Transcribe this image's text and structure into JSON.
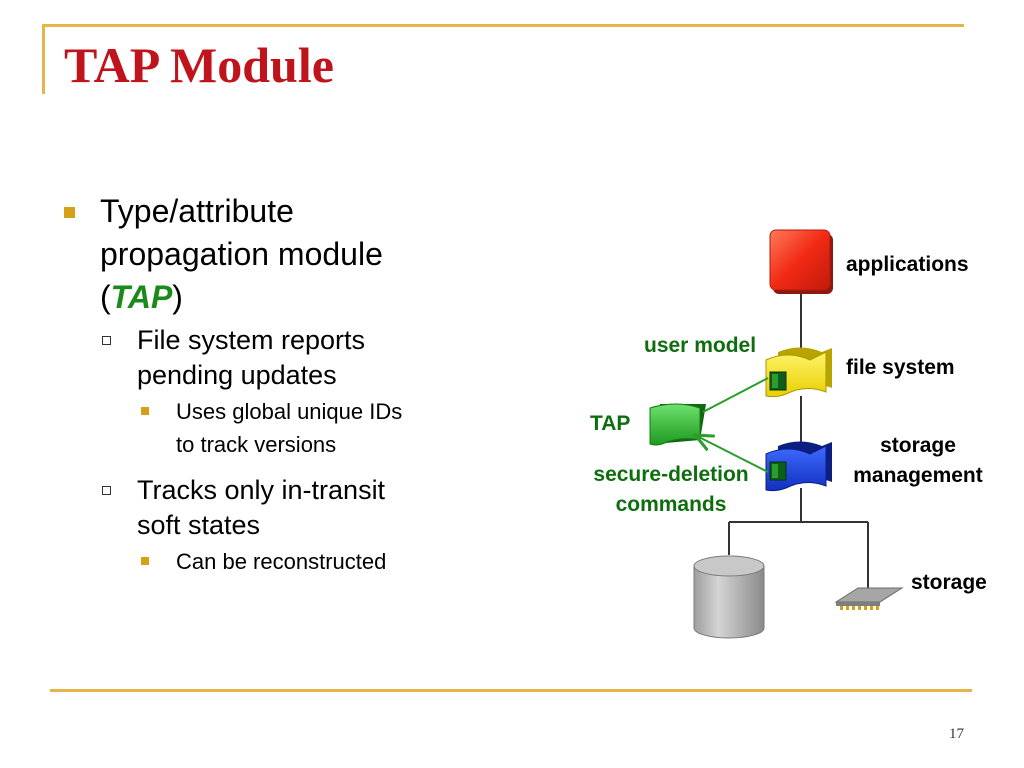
{
  "slide": {
    "title": "TAP Module",
    "page_number": "17"
  },
  "bullets": {
    "b1": {
      "line1": "Type/attribute",
      "line2": "propagation module",
      "open_paren": "(",
      "tap": "TAP",
      "close_paren": ")"
    },
    "b1a": {
      "line1": "File system reports",
      "line2": "pending updates"
    },
    "b1a_i": {
      "line1": "Uses global unique IDs",
      "line2": "to track versions"
    },
    "b1b": {
      "line1": "Tracks only in-transit",
      "line2": "soft states"
    },
    "b1b_i": {
      "line1": "Can be reconstructed"
    }
  },
  "diagram": {
    "labels": {
      "applications": "applications",
      "file_system": "file system",
      "storage_management_line1": "storage",
      "storage_management_line2": "management",
      "storage": "storage",
      "user_model": "user model",
      "tap": "TAP",
      "secure_deletion_line1": "secure-deletion",
      "secure_deletion_line2": "commands"
    },
    "icons": {
      "applications": "red-box-icon",
      "file_system": "yellow-layer-icon",
      "storage_management": "blue-layer-icon",
      "tap": "green-module-icon",
      "disk": "disk-cylinder-icon",
      "memory": "memory-chip-icon"
    },
    "colors": {
      "applications": "#e8281a",
      "file_system": "#f2e200",
      "storage_management": "#1a3ad8",
      "tap": "#2fb52f",
      "disk": "#b3b3b3",
      "arrows": "#2a9d2a",
      "labels_accent": "#0e6e0e"
    }
  }
}
